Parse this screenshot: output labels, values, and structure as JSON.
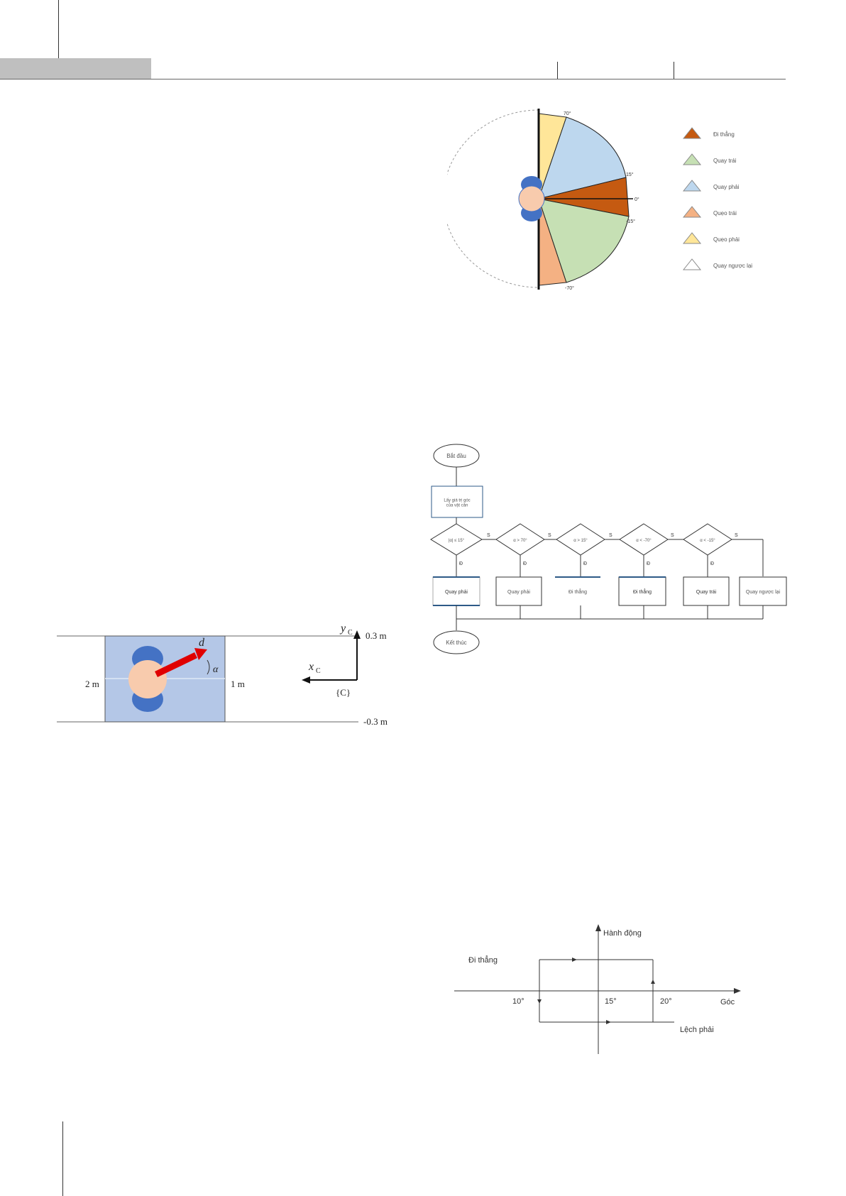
{
  "sector_figure": {
    "angle_labels": [
      "70°",
      "15°",
      "0°",
      "-15°",
      "-70°"
    ],
    "legend": [
      {
        "label": "Đi thẳng",
        "color": "#c55a11"
      },
      {
        "label": "Quay trái",
        "color": "#c6e0b4"
      },
      {
        "label": "Quay phải",
        "color": "#bdd7ee"
      },
      {
        "label": "Quẹo trái",
        "color": "#f4b183"
      },
      {
        "label": "Quẹo phải",
        "color": "#ffe699"
      },
      {
        "label": "Quay ngược lại",
        "color": "#ffffff"
      }
    ]
  },
  "corridor_figure": {
    "labels": {
      "width_left": "2 m",
      "width_inner": "1 m",
      "top_offset": "0.3 m",
      "bottom_offset": "-0.3 m",
      "frame": "{C}",
      "axis_y": "y",
      "axis_x": "x",
      "axis_sub": "C",
      "vector": "d",
      "angle": "α"
    }
  },
  "flowchart": {
    "start": "Bắt đầu",
    "process": "Lấy giá trị góc\ncủa vật cản",
    "decisions": [
      "|α| ≤ 15°",
      "α > 70°",
      "α > 15°",
      "α < -70°",
      "α < -15°"
    ],
    "branch_no": "S",
    "branch_yes": "Đ",
    "actions": [
      "Quay phải",
      "Quay phải",
      "Đi thẳng",
      "Đi thẳng",
      "Quay trái",
      "Quay ngược lại"
    ],
    "end": "Kết thúc"
  },
  "hysteresis_chart": {
    "y_label": "Hành động",
    "x_label": "Góc",
    "upper_state": "Đi thẳng",
    "lower_state": "Lệch phải",
    "ticks": [
      "10°",
      "15°",
      "20°"
    ]
  }
}
